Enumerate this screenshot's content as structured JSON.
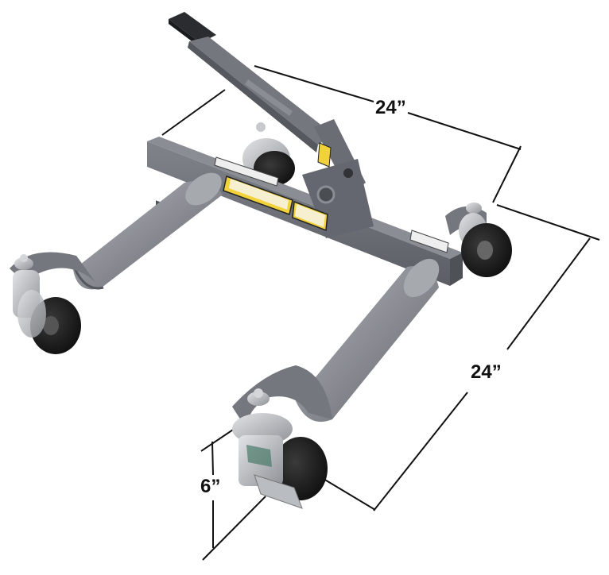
{
  "dimensions": {
    "width_label": "24”",
    "length_label": "24”",
    "height_label": "6”"
  },
  "colors": {
    "frame": "#6e7178",
    "frame_dark": "#55585e",
    "roller": "#8d9096",
    "roller_dark": "#6f7277",
    "wheel": "#1a1a1a",
    "caster_metal": "#b9bcc1",
    "warning_yellow": "#f2d23a",
    "dimension_line": "#111111"
  }
}
